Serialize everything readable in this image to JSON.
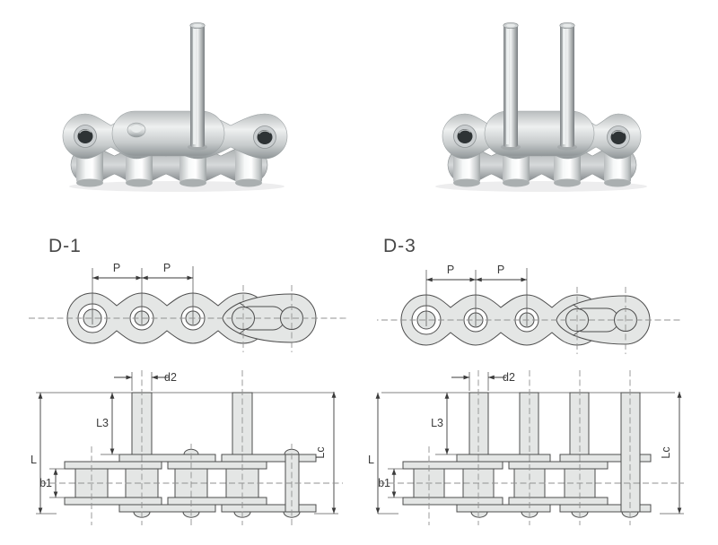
{
  "page": {
    "background": "#ffffff"
  },
  "photos": {
    "left": {
      "name": "stainless-chain-photo-one-extended-pin"
    },
    "right": {
      "name": "stainless-chain-photo-two-extended-pins"
    }
  },
  "diagrams": {
    "d1": {
      "label": "D-1",
      "pitch1": "P",
      "pitch2": "P",
      "d2": "d2",
      "l3": "L3",
      "l": "L",
      "b1": "b1",
      "lc": "Lc"
    },
    "d3": {
      "label": "D-3",
      "pitch1": "P",
      "pitch2": "P",
      "d2": "d2",
      "l3": "L3",
      "l": "L",
      "b1": "b1",
      "lc": "Lc"
    }
  },
  "colors": {
    "drawing_fill": "#e4e6e5",
    "drawing_stroke": "#4d4d4d",
    "centerline": "#919191",
    "dimension_text": "#3b3b3b",
    "label_text": "#474747",
    "metal_light": "#f2f4f4",
    "metal_mid": "#c7cbcc",
    "metal_dark": "#8f9597"
  }
}
